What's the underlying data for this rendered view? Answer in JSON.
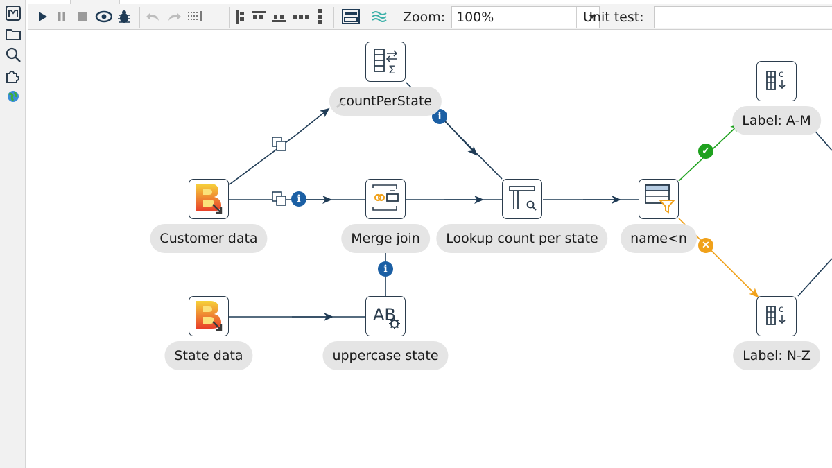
{
  "toolbar": {
    "icons": [
      "run-icon",
      "pause-icon",
      "stop-icon",
      "preview-icon",
      "debug-icon",
      "undo-icon",
      "redo-icon",
      "align-grid-icon",
      "align-left-icon",
      "align-top-icon",
      "align-bottom-icon",
      "distribute-horizontal-icon",
      "distribute-vertical-icon",
      "layout-icon",
      "impact-icon"
    ],
    "zoom_label": "Zoom:",
    "zoom_value": "100%",
    "unit_test_label": "Unit test:",
    "unit_test_value": ""
  },
  "sidebar": {
    "icons": [
      "metadata-icon",
      "folder-icon",
      "search-icon",
      "plugin-icon",
      "globe-icon"
    ]
  },
  "steps": [
    {
      "id": "customer",
      "label": "Customer data",
      "icon": "input-icon"
    },
    {
      "id": "count",
      "label": "countPerState",
      "icon": "group-by-icon"
    },
    {
      "id": "merge",
      "label": "Merge join",
      "icon": "merge-join-icon"
    },
    {
      "id": "lookup",
      "label": "Lookup count per state",
      "icon": "stream-lookup-icon"
    },
    {
      "id": "filter",
      "label": "name<n",
      "icon": "filter-rows-icon"
    },
    {
      "id": "labelAM",
      "label": "Label: A-M",
      "icon": "add-constant-icon"
    },
    {
      "id": "labelNZ",
      "label": "Label: N-Z",
      "icon": "add-constant-icon"
    },
    {
      "id": "state",
      "label": "State data",
      "icon": "input-icon"
    },
    {
      "id": "upper",
      "label": "uppercase state",
      "icon": "string-operations-icon"
    }
  ],
  "hops": [
    {
      "from": "customer",
      "to": "count",
      "marker": "copy-icon"
    },
    {
      "from": "customer",
      "to": "merge",
      "marker": "copy-info-icon"
    },
    {
      "from": "count",
      "to": "lookup",
      "marker": "info-icon"
    },
    {
      "from": "merge",
      "to": "lookup",
      "marker": ""
    },
    {
      "from": "lookup",
      "to": "filter",
      "marker": ""
    },
    {
      "from": "filter",
      "to": "labelAM",
      "marker": "true-icon",
      "color": "#1ea11e"
    },
    {
      "from": "filter",
      "to": "labelNZ",
      "marker": "false-icon",
      "color": "#f0a11a"
    },
    {
      "from": "state",
      "to": "upper",
      "marker": ""
    },
    {
      "from": "upper",
      "to": "merge",
      "marker": "info-icon"
    }
  ],
  "colors": {
    "hop": "#1f3b55",
    "true": "#1ea11e",
    "false": "#f0a11a",
    "info": "#1b5fa4",
    "label_bg": "#e5e5e5"
  }
}
